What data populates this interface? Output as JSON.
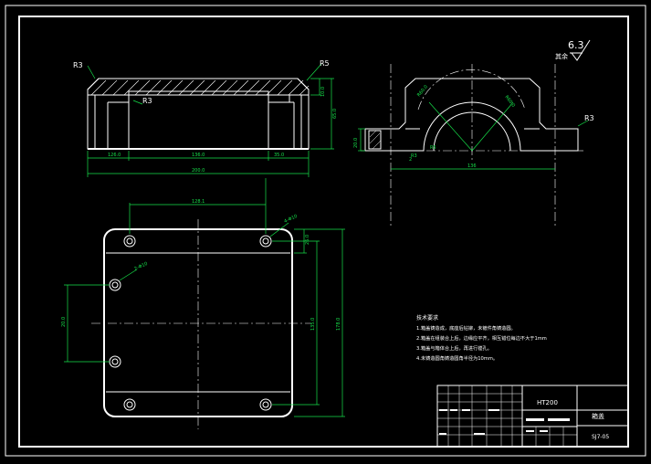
{
  "colors": {
    "background": "#000000",
    "outline": "#ffffff",
    "dimension": "#16e14a"
  },
  "front_view": {
    "labels": {
      "r_left": "R3",
      "r_inner": "R3",
      "r_right": "R5"
    },
    "dims": {
      "w_left": "126.0",
      "w_mid": "136.0",
      "w_right": "35.0",
      "w_total": "200.0",
      "h_small": "10.0",
      "h_total": "65.0"
    }
  },
  "side_view": {
    "dims": {
      "r_left": "R60.0",
      "r_right": "R60.0",
      "h_left": "20.0",
      "w_total": "136",
      "small": "2"
    },
    "labels": {
      "r3": "R3",
      "r5": "R5"
    },
    "roughness": {
      "value": "6.3",
      "rest_label": "其余"
    }
  },
  "plan_view": {
    "dims": {
      "top_span": "128.1",
      "hole_top": "4-Φ10",
      "hole_side": "2-Φ10",
      "left_span": "20.0",
      "right_1": "26.0",
      "right_2": "135.0",
      "right_3": "178.0"
    }
  },
  "notes": {
    "title": "技术要求",
    "items": [
      "1.箱盖铸造成，底座后钻铆，未镀件角铸造圆。",
      "2.箱盖在组装合上后，边缘应平齐，相互错位每边不大于1mm",
      "3.箱盖与箱体合上后，再进行镗孔。",
      "4.未铸造圆角铸造圆角半径为10mm。"
    ]
  },
  "title_block": {
    "material": "HT200",
    "part_name": "箱盖",
    "drawing_no": "SJ7-05"
  }
}
